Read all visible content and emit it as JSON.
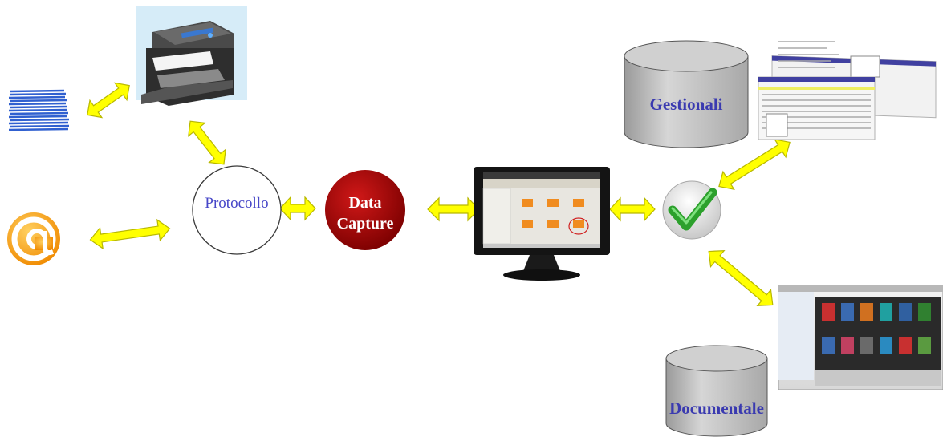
{
  "nodes": {
    "protocollo": "Protocollo",
    "data_capture_line1": "Data",
    "data_capture_line2": "Capture",
    "gestionali": "Gestionali",
    "documentale": "Documentale"
  },
  "colors": {
    "arrow_fill": "#ffff00",
    "arrow_stroke": "#b8b800",
    "data_capture": "#b00000",
    "cylinder": "#c4c4c4",
    "label_blue": "#3a3ab0",
    "check_green": "#3cb43c",
    "email_orange": "#f5a00a",
    "papers_blue": "#3f6fe0"
  },
  "icons": [
    "paper-stack-icon",
    "printer-icon",
    "email-at-icon",
    "monitor-icon",
    "check-icon",
    "gestionali-screens-icon",
    "documentale-screen-icon"
  ]
}
